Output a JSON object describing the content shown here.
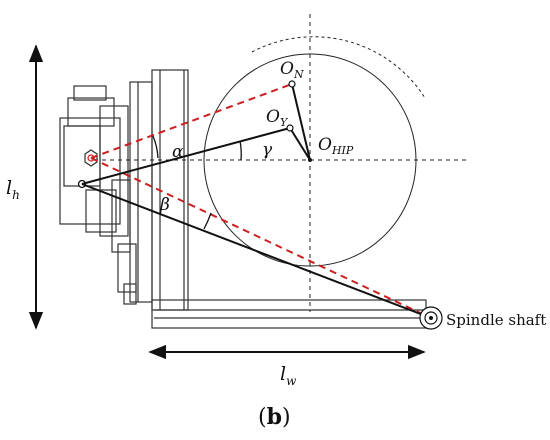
{
  "labels": {
    "o_n": "O",
    "o_n_sub": "N",
    "o_y": "O",
    "o_y_sub": "Y",
    "o_hip": "O",
    "o_hip_sub": "HIP",
    "alpha": "α",
    "gamma": "γ",
    "beta": "β",
    "l_h": "l",
    "l_h_sub": "h",
    "l_w": "l",
    "l_w_sub": "w",
    "spindle": "Spindle shaft"
  },
  "caption": {
    "open": "(",
    "letter": "b",
    "close": ")"
  },
  "colors": {
    "line": "#111111",
    "dashed_red": "#cc1f1f",
    "mech": "#333333",
    "guide": "#222222"
  }
}
